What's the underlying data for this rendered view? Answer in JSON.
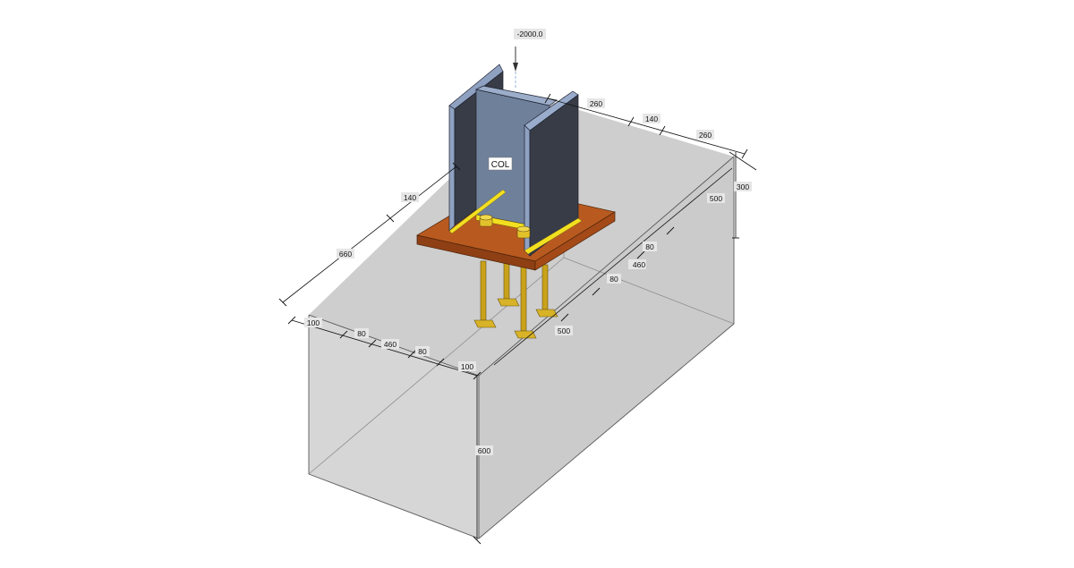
{
  "diagram": {
    "load_label": "-2000.0",
    "member_label": "COL",
    "dimensions": {
      "top_260_a": "260",
      "top_140": "140",
      "top_260_b": "260",
      "right_500_upper": "500",
      "right_300": "300",
      "right_80_a": "80",
      "right_460": "460",
      "right_80_b": "80",
      "right_500_lower": "500",
      "left_140": "140",
      "left_660": "660",
      "front_100_a": "100",
      "front_80_a": "80",
      "front_460": "460",
      "front_80_b": "80",
      "front_100_b": "100",
      "height_600": "600"
    },
    "colors": {
      "concrete_top": "#cfcfcf",
      "concrete_front": "#d2d2d2",
      "concrete_right": "#c9c9c9",
      "plate": "#b65a22",
      "column_web": "#6e7f99",
      "column_flange_dark": "#383c47",
      "column_flange_light": "#7d8eab",
      "anchor": "#c9a21a"
    }
  }
}
